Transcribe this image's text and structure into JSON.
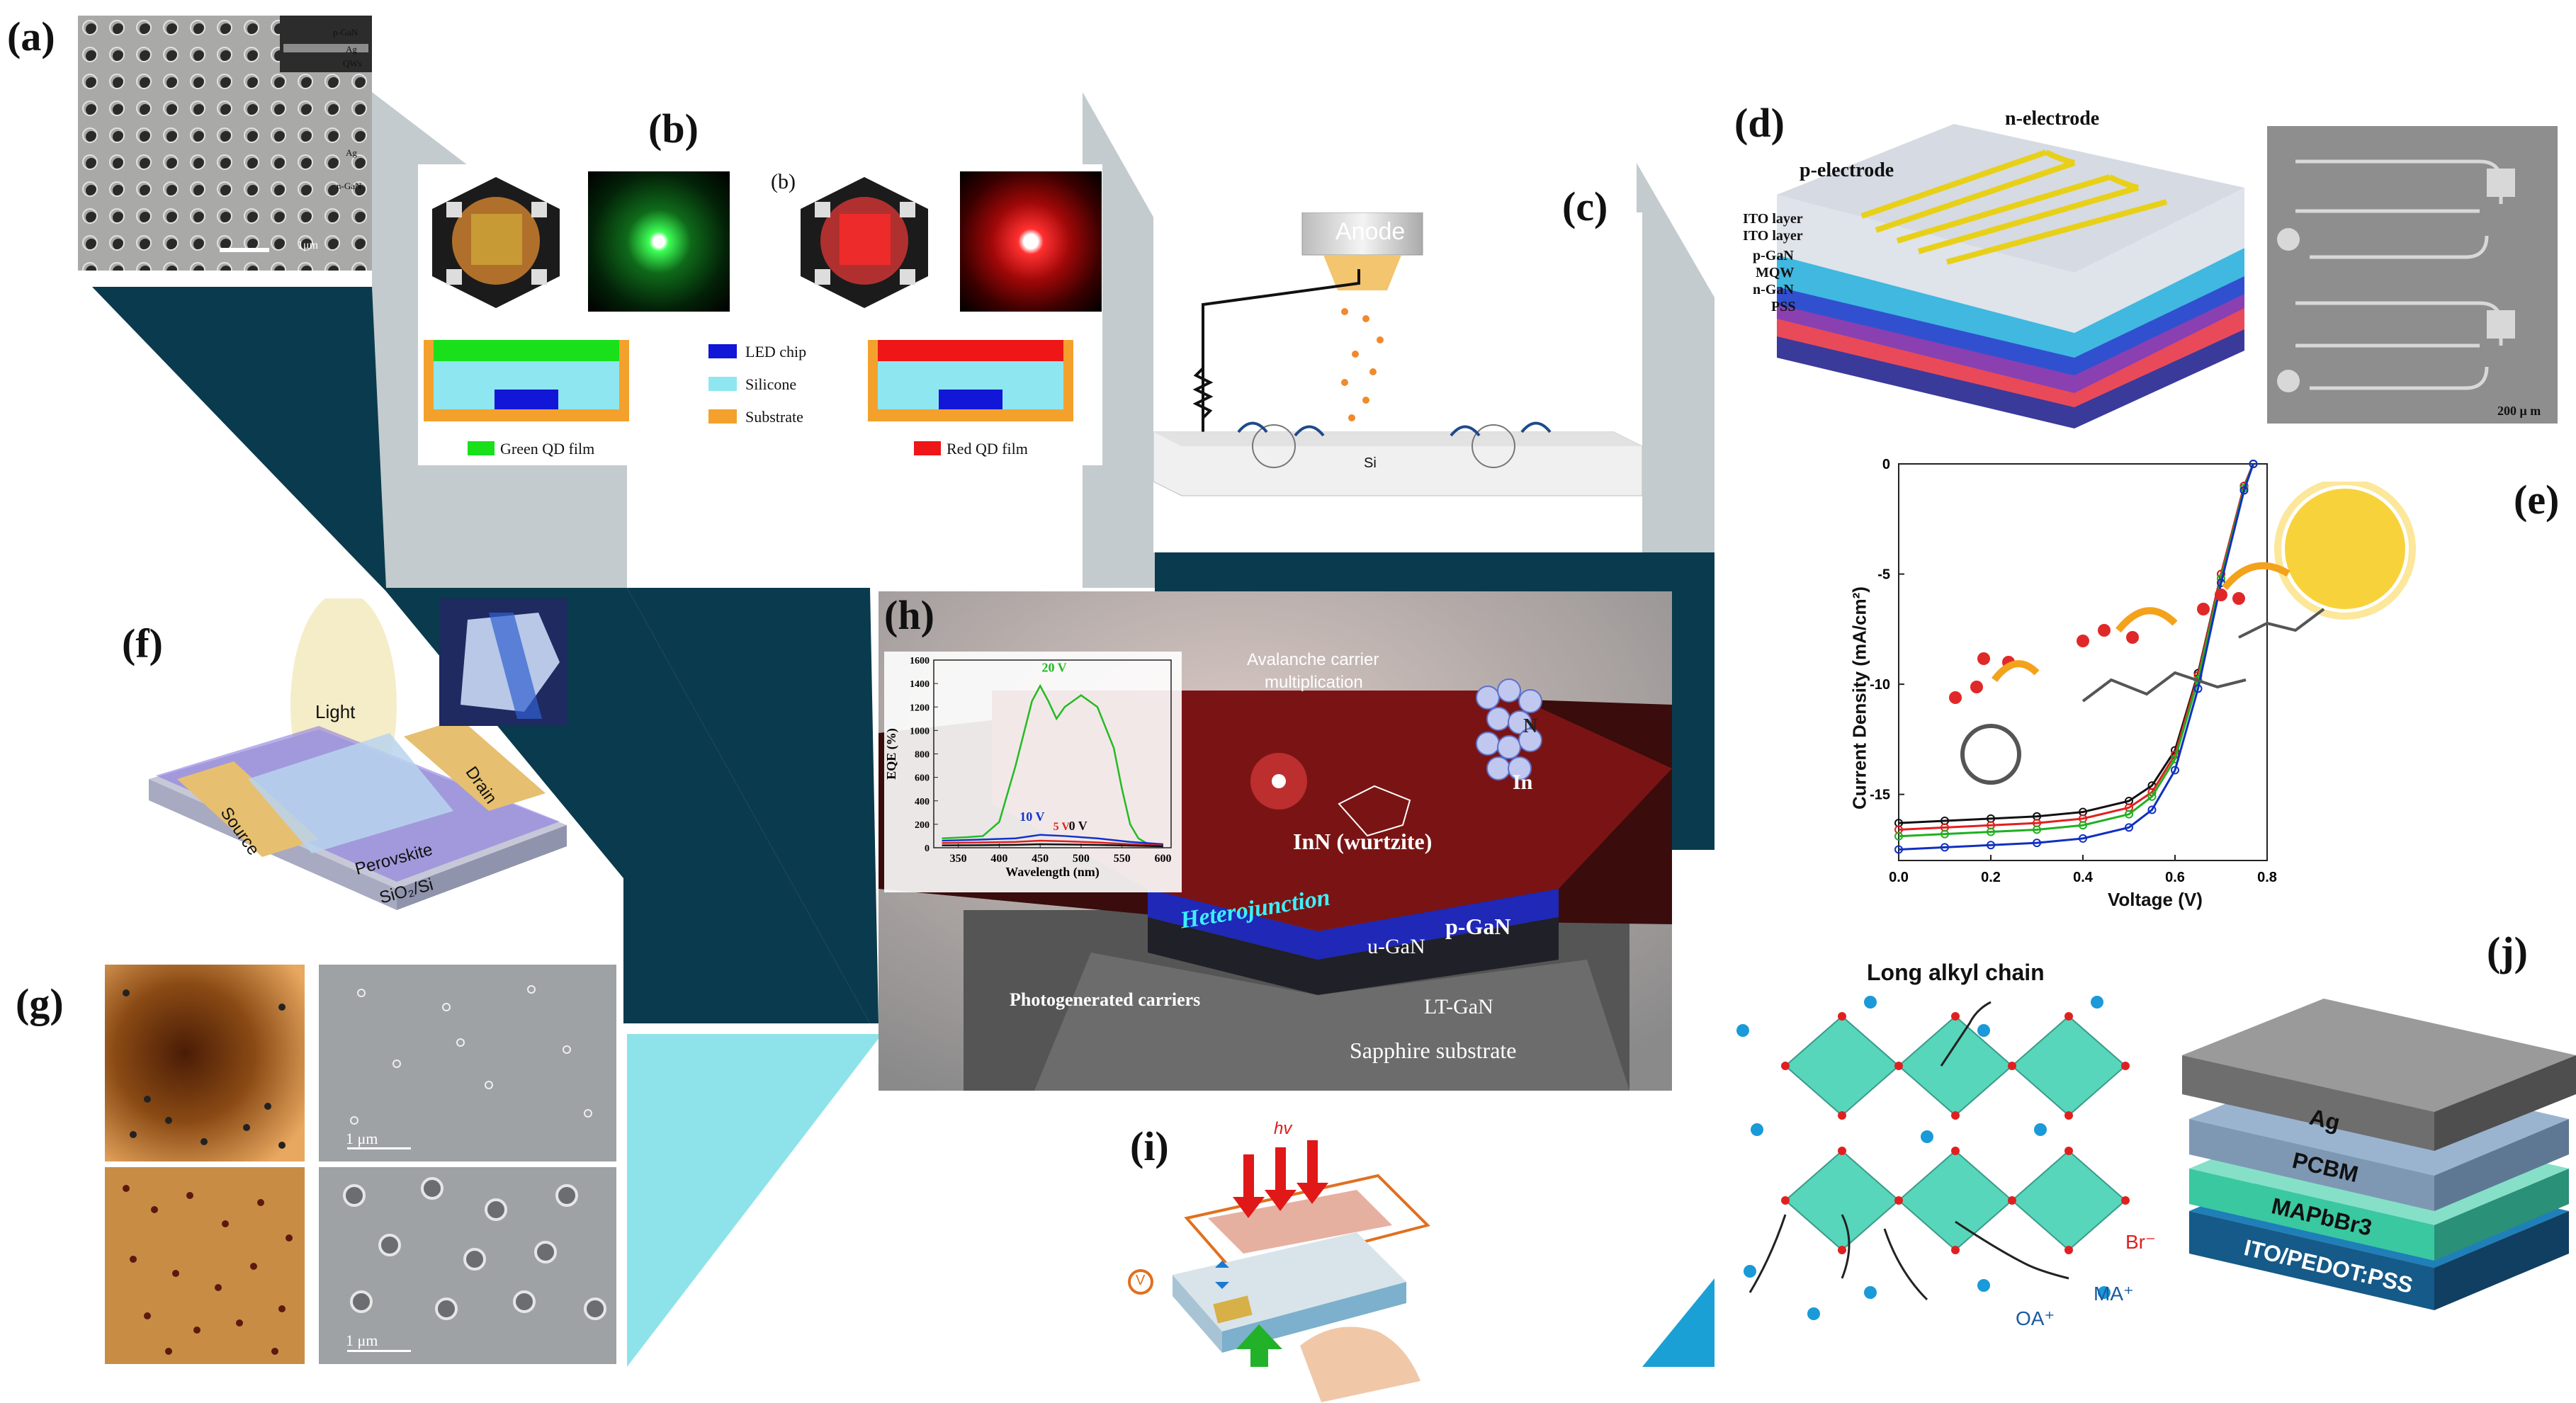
{
  "panel_labels": {
    "a": "(a)",
    "b": "(b)",
    "c": "(c)",
    "d": "(d)",
    "e": "(e)",
    "f": "(f)",
    "g": "(g)",
    "h": "(h)",
    "i": "(i)",
    "j": "(j)"
  },
  "colors": {
    "dark_navy": "#0a3a4d",
    "grey_band": "#c3cbce",
    "cyan": "#8ee3ea",
    "blue_tri": "#1aa0d4"
  },
  "panel_a": {
    "inset_labels": [
      "p-GaN",
      "Ag",
      "QWs",
      "Ag",
      "n-GaN"
    ],
    "scale": "1μm"
  },
  "panel_b": {
    "sub_label": "(b)",
    "legend": [
      "LED chip",
      "Silicone",
      "Substrate"
    ],
    "green_caption": "Green QD film",
    "red_caption": "Red QD film"
  },
  "panel_c": {
    "anode": "Anode",
    "substrate": "Si"
  },
  "panel_d": {
    "n_electrode": "n-electrode",
    "p_electrode": "p-electrode",
    "layers": [
      "ITO layer",
      "ITO layer",
      "p-GaN",
      "MQW",
      "n-GaN",
      "PSS"
    ],
    "scale": "200 μ m"
  },
  "panel_e": {
    "ylabel": "Current Density (mA/cm²)",
    "xlabel": "Voltage (V)",
    "x_ticks": [
      "0.0",
      "0.2",
      "0.4",
      "0.6",
      "0.8"
    ],
    "y_ticks": [
      "0",
      "-5",
      "-10",
      "-15"
    ]
  },
  "panel_f": {
    "light": "Light",
    "source": "Source",
    "drain": "Drain",
    "perovskite": "Perovskite",
    "substrate": "SiO₂/Si"
  },
  "panel_g": {
    "scale1": "1 μm",
    "scale2": "1 μm"
  },
  "panel_h": {
    "ylabel": "EQE (%)",
    "xlabel": "Wavelength (nm)",
    "x_ticks": [
      "350",
      "400",
      "450",
      "500",
      "550",
      "600"
    ],
    "y_ticks": [
      "0",
      "200",
      "400",
      "600",
      "800",
      "1000",
      "1200",
      "1400",
      "1600"
    ],
    "v20": "20 V",
    "v10": "10 V",
    "v5": "5 V",
    "v0": "0 V",
    "avalanche": "Avalanche carrier",
    "multiplication": "multiplication",
    "inn": "InN (wurtzite)",
    "in": "In",
    "n": "N",
    "heterojunction": "Heterojunction",
    "pgan": "p-GaN",
    "ugan": "u-GaN",
    "ltgan": "LT-GaN",
    "photo": "Photogenerated carriers",
    "sapphire": "Sapphire substrate"
  },
  "panel_i": {
    "hv": "hv",
    "v": "V"
  },
  "panel_perov": {
    "title": "Long alkyl chain",
    "br": "Br⁻",
    "ma": "MA⁺",
    "oa": "OA⁺"
  },
  "panel_j": {
    "layers": [
      "Ag",
      "PCBM",
      "MAPbBr3",
      "ITO/PEDOT:PSS"
    ]
  },
  "chart_data": [
    {
      "type": "line",
      "xlabel": "Voltage (V)",
      "ylabel": "Current Density (mA/cm²)",
      "xlim": [
        0,
        0.8
      ],
      "ylim": [
        -18,
        0
      ],
      "series": [
        {
          "color": "#111111",
          "x": [
            0,
            0.1,
            0.2,
            0.3,
            0.4,
            0.5,
            0.55,
            0.6,
            0.65,
            0.7,
            0.75,
            0.77
          ],
          "y": [
            -16.3,
            -16.2,
            -16.1,
            -16,
            -15.8,
            -15.3,
            -14.6,
            -13,
            -9.5,
            -5,
            -1,
            0
          ]
        },
        {
          "color": "#e02020",
          "x": [
            0,
            0.1,
            0.2,
            0.3,
            0.4,
            0.5,
            0.55,
            0.6,
            0.65,
            0.7,
            0.75,
            0.77
          ],
          "y": [
            -16.6,
            -16.5,
            -16.4,
            -16.3,
            -16.1,
            -15.6,
            -14.9,
            -13.2,
            -9.6,
            -5,
            -1,
            0
          ]
        },
        {
          "color": "#20b020",
          "x": [
            0,
            0.1,
            0.2,
            0.3,
            0.4,
            0.5,
            0.55,
            0.6,
            0.65,
            0.7,
            0.75,
            0.77
          ],
          "y": [
            -16.9,
            -16.8,
            -16.7,
            -16.6,
            -16.4,
            -15.9,
            -15.1,
            -13.4,
            -9.8,
            -5.2,
            -1.1,
            0
          ]
        },
        {
          "color": "#1030c0",
          "x": [
            0,
            0.1,
            0.2,
            0.3,
            0.4,
            0.5,
            0.55,
            0.6,
            0.65,
            0.7,
            0.75,
            0.77
          ],
          "y": [
            -17.5,
            -17.4,
            -17.3,
            -17.2,
            -17,
            -16.5,
            -15.7,
            -13.9,
            -10.2,
            -5.4,
            -1.2,
            0
          ]
        }
      ]
    },
    {
      "type": "line",
      "xlabel": "Wavelength (nm)",
      "ylabel": "EQE (%)",
      "xlim": [
        320,
        610
      ],
      "ylim": [
        0,
        1600
      ],
      "series": [
        {
          "color": "#22bb22",
          "x": [
            330,
            360,
            380,
            400,
            420,
            440,
            450,
            460,
            470,
            480,
            500,
            520,
            540,
            550,
            560,
            570,
            580,
            600
          ],
          "y": [
            80,
            90,
            100,
            220,
            700,
            1250,
            1380,
            1250,
            1100,
            1200,
            1300,
            1200,
            850,
            500,
            200,
            80,
            40,
            20
          ]
        },
        {
          "color": "#1133cc",
          "x": [
            330,
            380,
            420,
            450,
            480,
            520,
            560,
            600
          ],
          "y": [
            60,
            70,
            80,
            110,
            100,
            80,
            50,
            30
          ]
        },
        {
          "color": "#dd2222",
          "x": [
            330,
            380,
            420,
            450,
            480,
            520,
            560,
            600
          ],
          "y": [
            40,
            45,
            50,
            60,
            55,
            45,
            30,
            20
          ]
        },
        {
          "color": "#111111",
          "x": [
            330,
            380,
            420,
            450,
            480,
            520,
            560,
            600
          ],
          "y": [
            20,
            22,
            25,
            30,
            28,
            24,
            18,
            12
          ]
        }
      ]
    }
  ]
}
